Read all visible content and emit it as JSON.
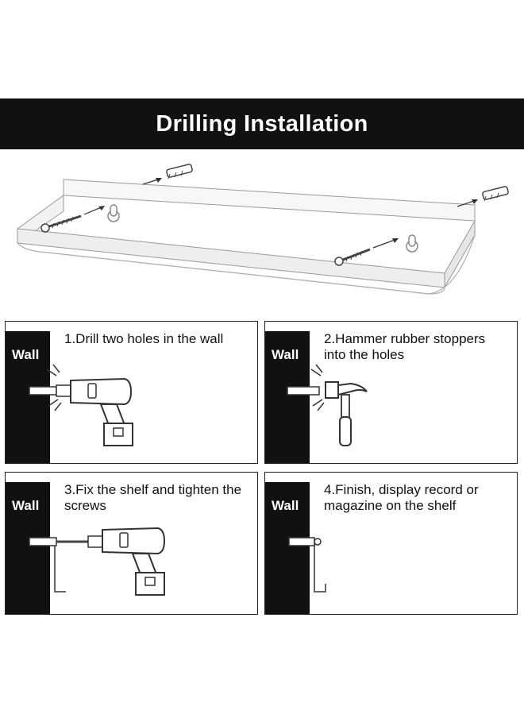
{
  "banner": {
    "title": "Drilling Installation"
  },
  "wall_label": "Wall",
  "steps": [
    {
      "text": "1.Drill two holes in the wall"
    },
    {
      "text": "2.Hammer rubber stoppers into the holes"
    },
    {
      "text": "3.Fix the shelf and tighten the screws"
    },
    {
      "text": "4.Finish, display record or magazine on the shelf"
    }
  ],
  "icons": [
    "shelf-icon",
    "screw-icon",
    "rubber-stopper-icon",
    "keyhole-icon",
    "drill-icon",
    "hammer-icon"
  ],
  "colors": {
    "dark": "#111111",
    "light": "#ffffff"
  }
}
